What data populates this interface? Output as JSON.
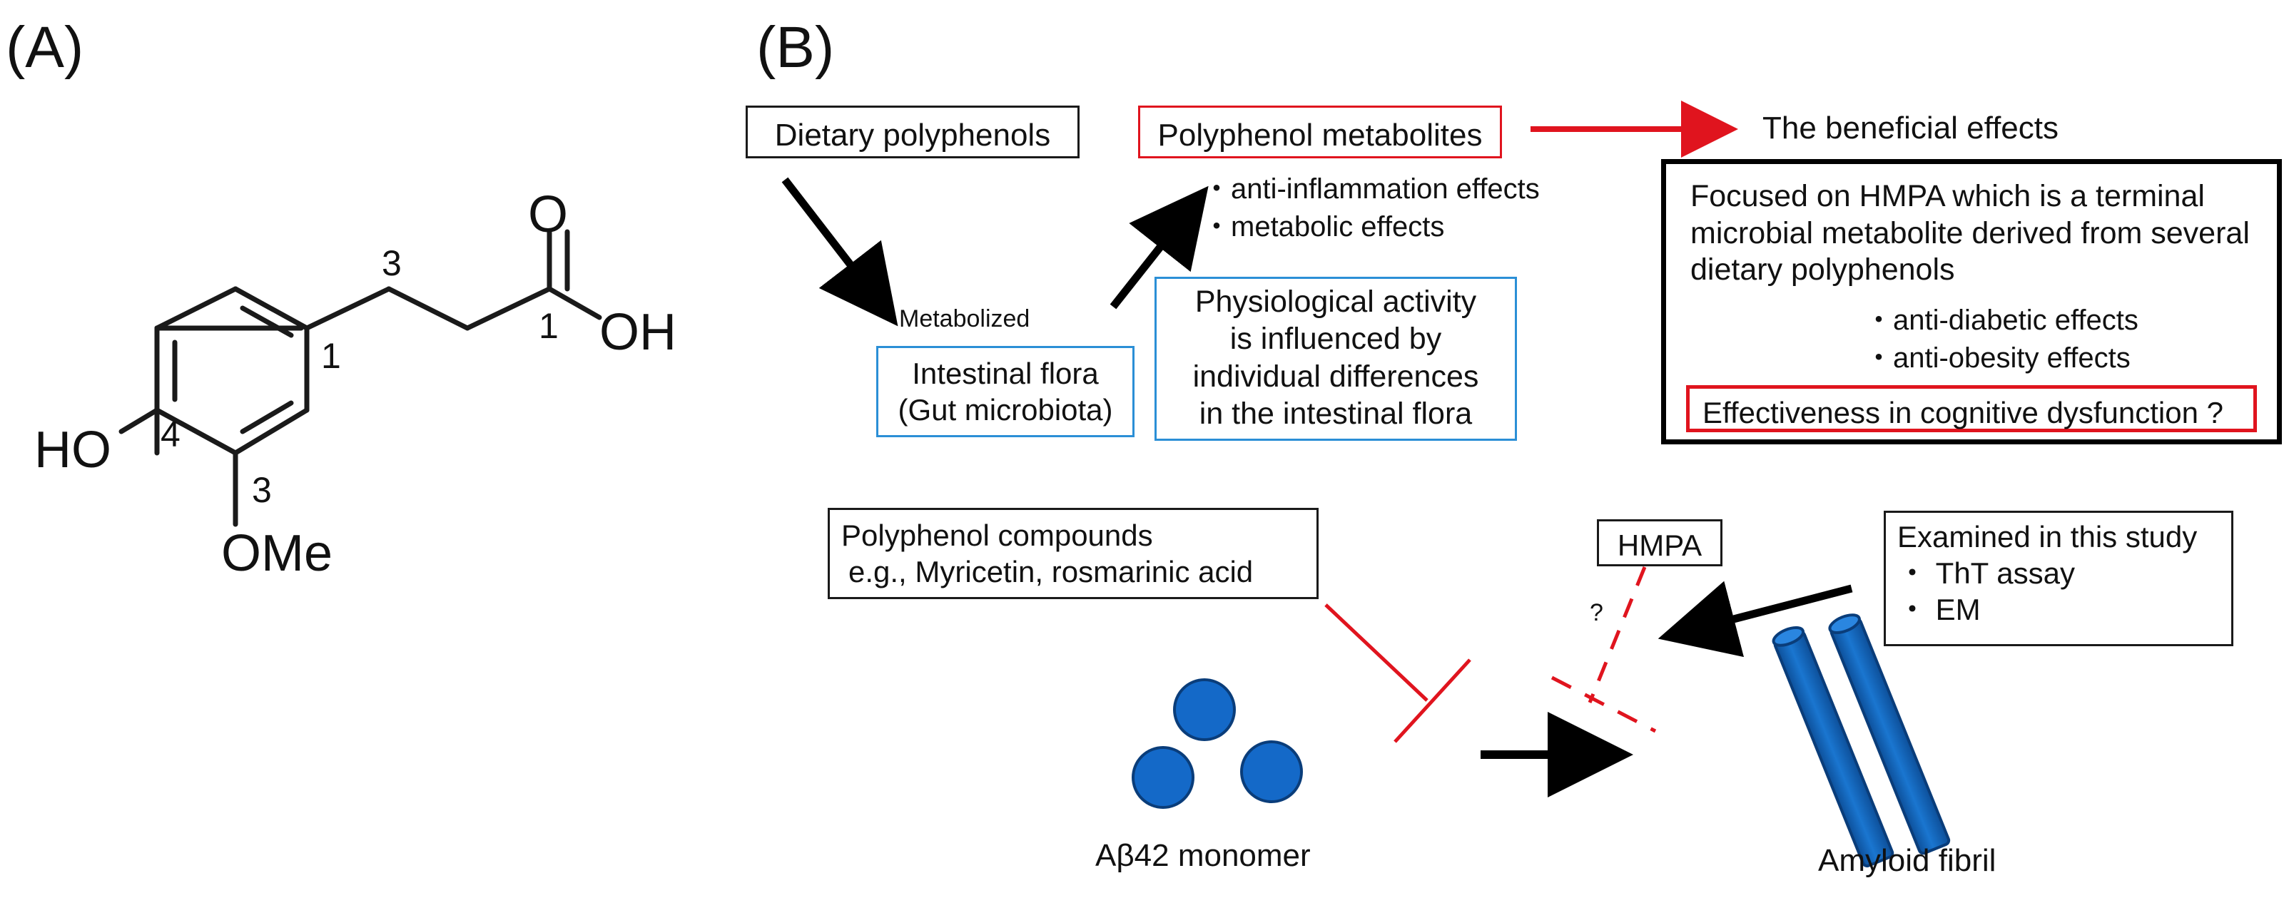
{
  "panel_a": {
    "label": "(A)",
    "atoms": {
      "oxygen": "O",
      "hydroxyl_acid": "OH",
      "hydroxyl_ring": "HO",
      "methoxy": "OMe"
    },
    "numbers": {
      "c1_chain": "1",
      "c3_chain": "3",
      "c1_ring": "1",
      "c3_ring": "3",
      "c4_ring": "4"
    }
  },
  "panel_b": {
    "label": "(B)",
    "dietary_polyphenols": "Dietary polyphenols",
    "polyphenol_metabolites": "Polyphenol metabolites",
    "beneficial_effects": "The beneficial effects",
    "metabolite_effects": [
      "・anti-inflammation effects",
      "・metabolic effects"
    ],
    "metabolized": "Metabolized",
    "intestinal_flora": [
      "Intestinal flora",
      "(Gut microbiota)"
    ],
    "physiological": [
      "Physiological activity",
      "is influenced by",
      "individual differences",
      "in the intestinal flora"
    ],
    "focus_box": {
      "lines": [
        "Focused on HMPA which is a terminal",
        "microbial metabolite derived from several",
        "dietary polyphenols"
      ],
      "effects": [
        "・anti-diabetic effects",
        "・anti-obesity effects"
      ],
      "question": "Effectiveness in cognitive dysfunction ?"
    },
    "polyphenol_compounds": [
      "Polyphenol compounds",
      "e.g., Myricetin, rosmarinic acid"
    ],
    "hmpa": "HMPA",
    "question_mark": "?",
    "examined": {
      "title": "Examined in this study",
      "items": [
        "・ ThT assay",
        "・ EM"
      ]
    },
    "monomer_label": "Aβ42 monomer",
    "fibril_label": "Amyloid fibril",
    "colors": {
      "red": "#e0141e",
      "blue_box": "#2b8fd6",
      "sphere": "#1469c8",
      "black": "#000000"
    }
  }
}
